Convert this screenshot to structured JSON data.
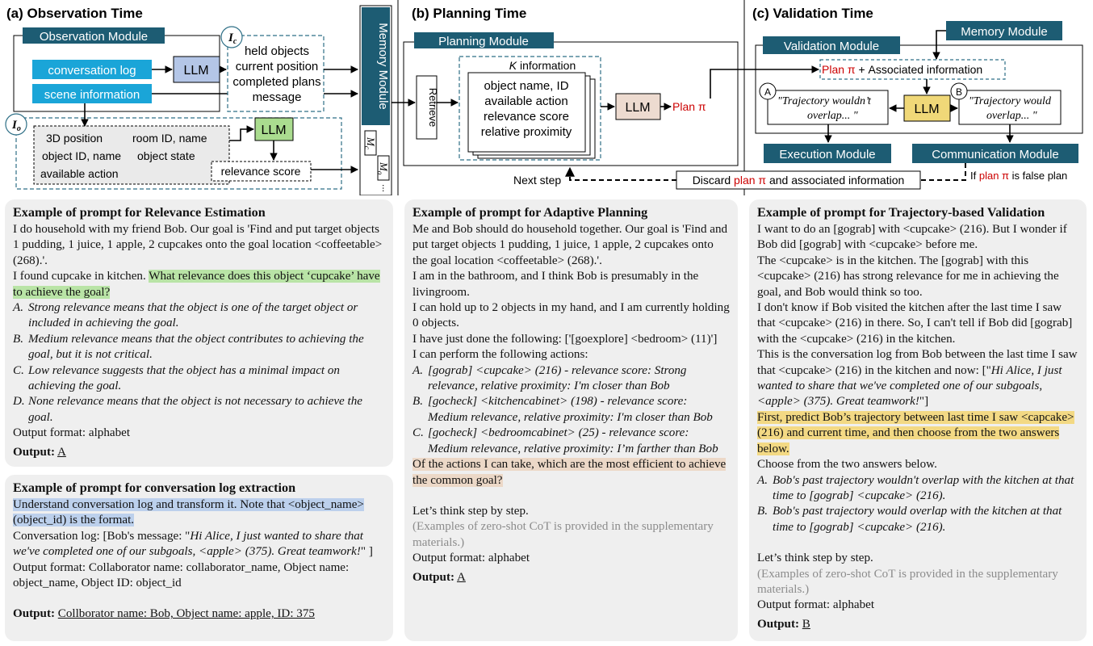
{
  "sections": {
    "a": {
      "title": "(a) Observation Time"
    },
    "b": {
      "title": "(b) Planning Time"
    },
    "c": {
      "title": "(c) Validation Time"
    }
  },
  "observation": {
    "module_label": "Observation Module",
    "conversation_log": "conversation log",
    "scene_information": "scene information",
    "llm": "LLM",
    "ic_symbol": "I",
    "ic_sub": "c",
    "io_symbol": "I",
    "io_sub": "o",
    "ic_lines": [
      "held objects",
      "current position",
      "completed plans",
      "message"
    ],
    "io_fields": {
      "pos": "3D position",
      "room": "room ID, name",
      "obj": "object ID, name",
      "state": "object state",
      "action": "available action"
    },
    "llm2": "LLM",
    "relevance_score": "relevance score"
  },
  "memory": {
    "label": "Memory Module",
    "mc_symbol": "M",
    "mc_sub": "c",
    "mo_symbol": "M",
    "mo_sub": "o",
    "ellipsis": "..."
  },
  "planning": {
    "module_label": "Planning Module",
    "retrieve": "Retrieve",
    "k_label": "information",
    "k_symbol": "K",
    "lines": [
      "object name, ID",
      "available action",
      "relevance score",
      "relative proximity"
    ],
    "llm": "LLM",
    "plan": "Plan π",
    "next_step": "Next step"
  },
  "validation": {
    "module_label": "Validation Module",
    "memory_module": "Memory Module",
    "plan": "Plan π",
    "associated": "+ Associated information",
    "a_circle": "A",
    "b_circle": "B",
    "a_text": "\"Trajectory wouldn't overlap... \"",
    "b_text": "\"Trajectory would overlap... \"",
    "llm": "LLM",
    "execution_module": "Execution Module",
    "communication_module": "Communication Module",
    "discard_pre": "Discard ",
    "discard_plan": "plan π",
    "discard_post": " and associated information",
    "false_pre": "If ",
    "false_plan": "plan π",
    "false_post": " is false plan"
  },
  "prompts": {
    "relevance": {
      "title": "Example of  prompt for Relevance Estimation",
      "l1": "I do household with my friend Bob. Our goal is 'Find and put target objects  1 pudding, 1 juice, 1 apple, 2 cupcakes onto the goal location <coffeetable> (268).'.",
      "l2": "I found cupcake in kitchen. ",
      "l2_hl": "What relevance does this object ‘cupcake’ have to achieve the goal?",
      "opts": [
        {
          "l": "A.",
          "t": "Strong relevance means that the object is one of the target object or included in achieving the goal."
        },
        {
          "l": "B.",
          "t": "Medium relevance means that the object contributes to achieving the goal, but it is not critical."
        },
        {
          "l": "C.",
          "t": "Low relevance suggests that the object has a minimal impact on achieving the goal."
        },
        {
          "l": "D.",
          "t": "None relevance means that the object is not necessary to achieve the goal."
        }
      ],
      "format": "Output format: alphabet",
      "output_label": "Output:",
      "output_value": "A"
    },
    "conversation": {
      "title": "Example of prompt for conversation log extraction",
      "hl": "Understand conversation log and transform it. Note that <object_name> (object_id) is the format.",
      "log_pre": "Conversation log: [Bob's message: \"",
      "log_it": "Hi Alice, I just wanted to share that we've completed one of our subgoals, <apple> (375). Great teamwork!",
      "log_post": "\" ]",
      "format": "Output format: Collaborator name: collaborator_name, Object name: object_name, Object ID: object_id",
      "output_label": "Output:",
      "output_value": "Collborator name: Bob, Object name: apple, ID: 375"
    },
    "planning": {
      "title": "Example of prompt for Adaptive Planning",
      "l1": "Me and Bob should do household together. Our goal is 'Find and put target objects 1 pudding, 1 juice, 1 apple, 2 cupcakes onto the goal location <coffeetable> (268).'.",
      "l2": "I am in the bathroom, and I think Bob is presumably in the livingroom.",
      "l3": "I can hold up to 2 objects in my hand, and I am currently holding 0 objects.",
      "l4": "I have just done the following: ['[goexplore] <bedroom> (11)']",
      "l5": "I can perform the following actions:",
      "opts": [
        {
          "l": "A.",
          "t": " [gograb] <cupcake> (216) - relevance  score: Strong relevance, relative proximity: I'm closer than Bob"
        },
        {
          "l": "B.",
          "t": "[gocheck] <kitchencabinet> (198) - relevance  score: Medium relevance, relative proximity: I'm closer than Bob"
        },
        {
          "l": "C.",
          "t": "[gocheck] <bedroomcabinet> (25) - relevance  score: Medium relevance, relative proximity: I’m farther than Bob"
        }
      ],
      "hl": "Of the actions I can take, which are the most efficient to achieve the common goal?",
      "step": "Let’s think step by step.",
      "grey": "(Examples of zero-shot CoT is provided in the supplementary materials.)",
      "format": "Output format: alphabet",
      "output_label": "Output:",
      "output_value": "A"
    },
    "validation": {
      "title": "Example of prompt for Trajectory-based Validation",
      "l1": "I want to do an [gograb] with <cupcake> (216). But I wonder if Bob did [gograb] with <cupcake> before me.",
      "l2": "The <cupcake> is in the kitchen. The [gograb] with this <cupcake> (216) has strong relevance for me in achieving the goal, and Bob would think so too.",
      "l3": "I don't know if Bob visited the kitchen after the last time I saw that <cupcake> (216) in there. So, I can't tell if Bob did [gograb] with the <cupcake> (216) in the kitchen.",
      "l4_pre": "This is the conversation log from Bob between the last time I saw that <cupcake> (216) in the kitchen and now: [\"",
      "l4_it": "Hi Alice, I just wanted to share that we've completed one of our subgoals, <apple> (375). Great teamwork!",
      "l4_post": "\"]",
      "hl": "First, predict Bob’s trajectory between last time I saw <capcake>(216) and current time, and then choose from the two answers below.",
      "choose": "Choose from the two answers below.",
      "opts": [
        {
          "l": "A.",
          "t": "Bob's past trajectory wouldn't overlap with the kitchen at that time to [gograb] <cupcake> (216)."
        },
        {
          "l": "B.",
          "t": "Bob's past trajectory would overlap with the kitchen at that time to [gograb] <cupcake> (216)."
        }
      ],
      "step": "Let’s think step by step.",
      "grey": "(Examples of zero-shot CoT is provided in the supplementary materials.)",
      "format": "Output format: alphabet",
      "output_label": "Output:",
      "output_value": "B"
    }
  },
  "colors": {
    "dark_teal": "#1d5c73",
    "cyan": "#1aa5d8",
    "llm_blue": "#b4c6e7",
    "llm_green": "#aadc8f",
    "llm_tan": "#eddbd0",
    "llm_gold": "#f0d878",
    "plan_red": "#cc0000",
    "dash": "#2e6f86"
  }
}
